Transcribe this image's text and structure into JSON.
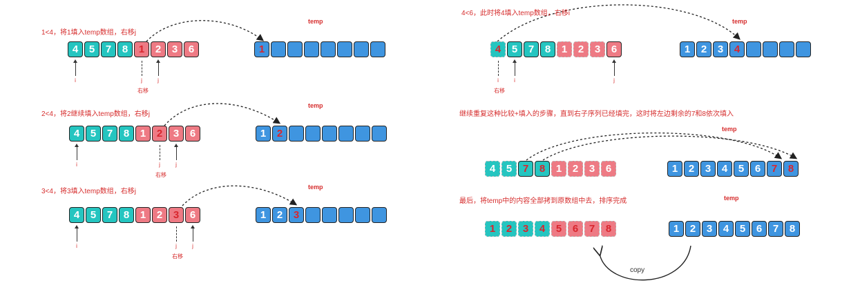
{
  "temp_label": "temp",
  "panels": [
    {
      "caption": "1<4，将1填入temp数组，右移j",
      "cells": [
        {
          "v": "4",
          "c": "t"
        },
        {
          "v": "5",
          "c": "t"
        },
        {
          "v": "7",
          "c": "t"
        },
        {
          "v": "8",
          "c": "t"
        },
        {
          "v": "1",
          "c": "p",
          "hl": true
        },
        {
          "v": "2",
          "c": "p"
        },
        {
          "v": "3",
          "c": "p"
        },
        {
          "v": "6",
          "c": "p"
        }
      ],
      "temp": [
        {
          "v": "1",
          "hl": true
        },
        {
          "v": ""
        },
        {
          "v": ""
        },
        {
          "v": ""
        },
        {
          "v": ""
        },
        {
          "v": ""
        },
        {
          "v": ""
        },
        {
          "v": ""
        }
      ],
      "pointers": [
        {
          "label": "i",
          "at": 0,
          "dashed": false
        },
        {
          "label": "j",
          "at": 4,
          "dashed": true
        },
        {
          "label": "j",
          "at": 5,
          "dashed": false
        }
      ],
      "move_note": "右移"
    },
    {
      "caption": "2<4，将2继续填入temp数组，右移j",
      "cells": [
        {
          "v": "4",
          "c": "t"
        },
        {
          "v": "5",
          "c": "t"
        },
        {
          "v": "7",
          "c": "t"
        },
        {
          "v": "8",
          "c": "t"
        },
        {
          "v": "1",
          "c": "p"
        },
        {
          "v": "2",
          "c": "p",
          "hl": true
        },
        {
          "v": "3",
          "c": "p"
        },
        {
          "v": "6",
          "c": "p"
        }
      ],
      "temp": [
        {
          "v": "1"
        },
        {
          "v": "2",
          "hl": true
        },
        {
          "v": ""
        },
        {
          "v": ""
        },
        {
          "v": ""
        },
        {
          "v": ""
        },
        {
          "v": ""
        },
        {
          "v": ""
        }
      ],
      "pointers": [
        {
          "label": "i",
          "at": 0,
          "dashed": false
        },
        {
          "label": "j",
          "at": 5,
          "dashed": true
        },
        {
          "label": "j",
          "at": 6,
          "dashed": false
        }
      ],
      "move_note": "右移"
    },
    {
      "caption": "3<4，将3填入temp数组，右移j",
      "cells": [
        {
          "v": "4",
          "c": "t"
        },
        {
          "v": "5",
          "c": "t"
        },
        {
          "v": "7",
          "c": "t"
        },
        {
          "v": "8",
          "c": "t"
        },
        {
          "v": "1",
          "c": "p"
        },
        {
          "v": "2",
          "c": "p"
        },
        {
          "v": "3",
          "c": "p",
          "hl": true
        },
        {
          "v": "6",
          "c": "p"
        }
      ],
      "temp": [
        {
          "v": "1"
        },
        {
          "v": "2"
        },
        {
          "v": "3",
          "hl": true
        },
        {
          "v": ""
        },
        {
          "v": ""
        },
        {
          "v": ""
        },
        {
          "v": ""
        },
        {
          "v": ""
        }
      ],
      "pointers": [
        {
          "label": "i",
          "at": 0,
          "dashed": false
        },
        {
          "label": "j",
          "at": 6,
          "dashed": true
        },
        {
          "label": "j",
          "at": 7,
          "dashed": false
        }
      ],
      "move_note": "右移"
    },
    {
      "caption": "4<6，此时将4填入temp数组，右移i",
      "cells": [
        {
          "v": "4",
          "c": "t",
          "hl": true,
          "dash": true
        },
        {
          "v": "5",
          "c": "t"
        },
        {
          "v": "7",
          "c": "t"
        },
        {
          "v": "8",
          "c": "t"
        },
        {
          "v": "1",
          "c": "p",
          "dash": true
        },
        {
          "v": "2",
          "c": "p",
          "dash": true
        },
        {
          "v": "3",
          "c": "p",
          "dash": true
        },
        {
          "v": "6",
          "c": "p"
        }
      ],
      "temp": [
        {
          "v": "1"
        },
        {
          "v": "2"
        },
        {
          "v": "3"
        },
        {
          "v": "4",
          "hl": true
        },
        {
          "v": ""
        },
        {
          "v": ""
        },
        {
          "v": ""
        },
        {
          "v": ""
        }
      ],
      "pointers": [
        {
          "label": "i",
          "at": 0,
          "dashed": true
        },
        {
          "label": "i",
          "at": 1,
          "dashed": false
        },
        {
          "label": "j",
          "at": 7,
          "dashed": false
        }
      ],
      "move_note": "右移"
    },
    {
      "caption": "继续重复这种比较+填入的步骤，直到右子序列已经填完，这时将左边剩余的7和8依次填入",
      "cells": [
        {
          "v": "4",
          "c": "t",
          "dash": true
        },
        {
          "v": "5",
          "c": "t",
          "dash": true
        },
        {
          "v": "7",
          "c": "t",
          "hl": true
        },
        {
          "v": "8",
          "c": "t",
          "hl": true
        },
        {
          "v": "1",
          "c": "p",
          "dash": true
        },
        {
          "v": "2",
          "c": "p",
          "dash": true
        },
        {
          "v": "3",
          "c": "p",
          "dash": true
        },
        {
          "v": "6",
          "c": "p",
          "dash": true
        }
      ],
      "temp": [
        {
          "v": "1"
        },
        {
          "v": "2"
        },
        {
          "v": "3"
        },
        {
          "v": "4"
        },
        {
          "v": "5"
        },
        {
          "v": "6"
        },
        {
          "v": "7",
          "hl": true
        },
        {
          "v": "8",
          "hl": true
        }
      ],
      "pointers": []
    },
    {
      "caption": "最后，将temp中的内容全部拷到原数组中去，排序完成",
      "cells": [
        {
          "v": "1",
          "c": "t",
          "hl": true,
          "dash": true
        },
        {
          "v": "2",
          "c": "t",
          "hl": true,
          "dash": true
        },
        {
          "v": "3",
          "c": "t",
          "hl": true,
          "dash": true
        },
        {
          "v": "4",
          "c": "t",
          "hl": true,
          "dash": true
        },
        {
          "v": "5",
          "c": "p",
          "hl": true,
          "dash": true
        },
        {
          "v": "6",
          "c": "p",
          "hl": true,
          "dash": true
        },
        {
          "v": "7",
          "c": "p",
          "hl": true,
          "dash": true
        },
        {
          "v": "8",
          "c": "p",
          "hl": true,
          "dash": true
        }
      ],
      "temp": [
        {
          "v": "1"
        },
        {
          "v": "2"
        },
        {
          "v": "3"
        },
        {
          "v": "4"
        },
        {
          "v": "5"
        },
        {
          "v": "6"
        },
        {
          "v": "7"
        },
        {
          "v": "8"
        }
      ],
      "pointers": [],
      "copy_label": "copy"
    }
  ]
}
